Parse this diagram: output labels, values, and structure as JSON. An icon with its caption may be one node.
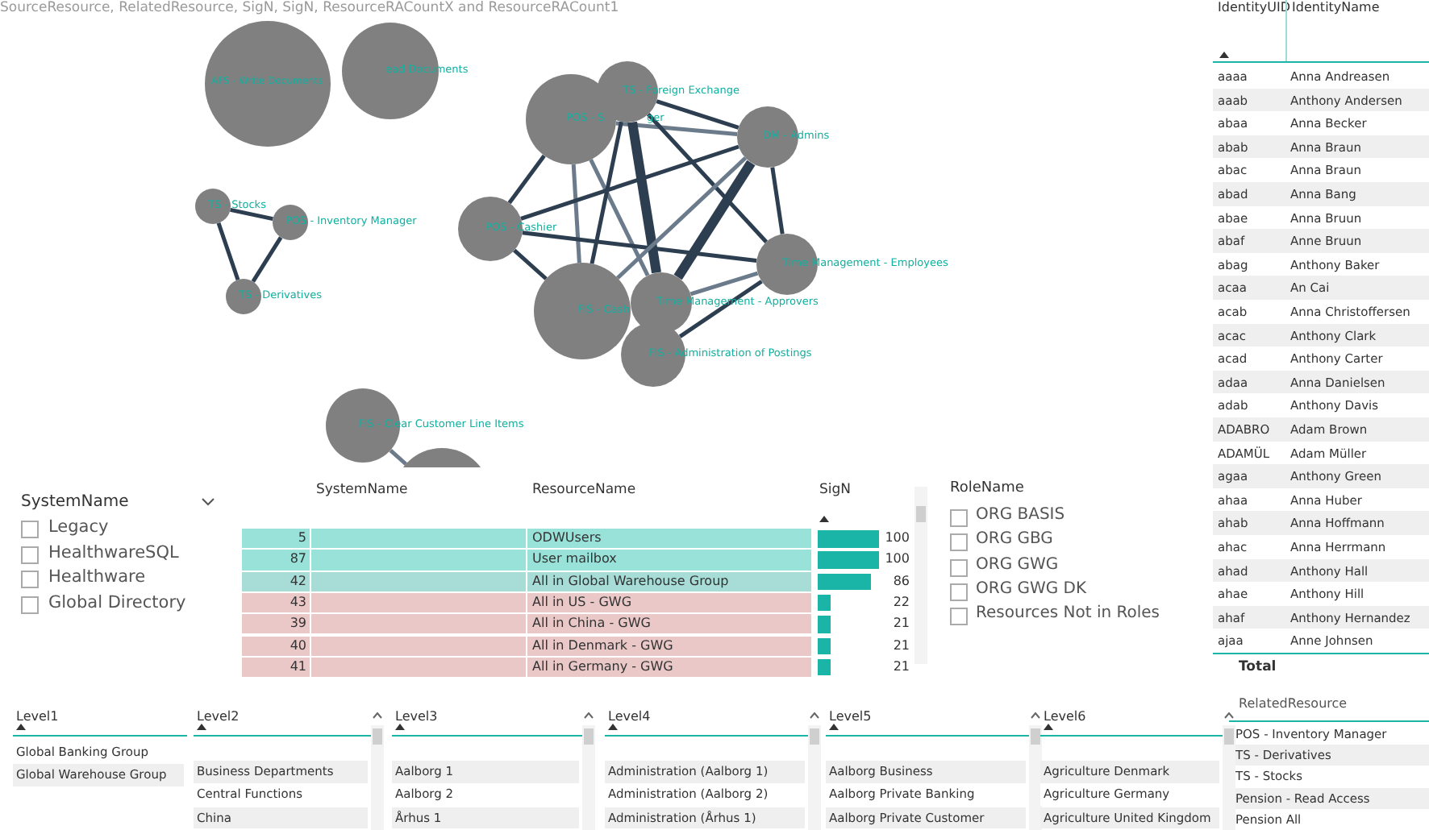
{
  "diagram": {
    "title": "SourceResource, RelatedResource, SigN, SigN, ResourceRACountX and ResourceRACount1",
    "nodes": [
      {
        "text": [
          "ead Documents"
        ]
      },
      {
        "text": [
          "AFS - Write Documents"
        ]
      },
      {
        "text": [
          "POS - S"
        ]
      },
      {
        "text": [
          "TS - Foreign Exchange"
        ]
      },
      {
        "text": [
          "DM - Admins"
        ]
      },
      {
        "text": [
          "TS - Stocks"
        ]
      },
      {
        "text": [
          "POS - Inventory Manager"
        ]
      },
      {
        "text": [
          "POS - Cashier"
        ]
      },
      {
        "text": [
          "Time Management - Employees"
        ]
      },
      {
        "text": [
          "TS - Derivatives"
        ]
      },
      {
        "text": [
          "FIS - Cash"
        ]
      },
      {
        "text": [
          "Time Management - Approvers"
        ]
      },
      {
        "text": [
          "FIS - Administration of Postings"
        ]
      },
      {
        "text": [
          "FIS - Clear Customer Line Items"
        ]
      },
      {
        "text": [],
        "shape": "circle"
      }
    ],
    "edges": [
      {
        "from": 5,
        "to": 6,
        "arrow": "none"
      },
      {
        "from": 5,
        "to": 9,
        "arrow": "none"
      },
      {
        "from": 6,
        "to": 9,
        "arrow": "none"
      },
      {
        "from": 2,
        "to": 7,
        "arrow": "none"
      },
      {
        "from": 2,
        "to": 10,
        "arrow": "none",
        "color": "#6b7b8c"
      },
      {
        "from": 2,
        "to": 11,
        "arrow": "none",
        "color": "#6b7b8c"
      },
      {
        "from": 2,
        "to": 4,
        "arrow": "none",
        "color": "#6b7b8c"
      },
      {
        "from": 3,
        "to": 4,
        "arrow": "none"
      },
      {
        "from": 3,
        "to": 10,
        "arrow": "none"
      },
      {
        "from": 3,
        "to": 11,
        "arrow": "none",
        "style": "thick"
      },
      {
        "from": 3,
        "to": 8,
        "arrow": "none"
      },
      {
        "from": 7,
        "to": 4,
        "arrow": "none"
      },
      {
        "from": 7,
        "to": 8,
        "arrow": "none"
      },
      {
        "from": 7,
        "to": 10,
        "arrow": "none"
      },
      {
        "from": 4,
        "to": 10,
        "arrow": "none",
        "color": "#6b7b8c"
      },
      {
        "from": 4,
        "to": 11,
        "arrow": "none",
        "style": "thick"
      },
      {
        "from": 4,
        "to": 8,
        "arrow": "none"
      },
      {
        "from": 8,
        "to": 11,
        "arrow": "none",
        "color": "#6b7b8c"
      },
      {
        "from": 8,
        "to": 12,
        "arrow": "none"
      },
      {
        "from": 13,
        "to": 14,
        "arrow": "none",
        "color": "#6b7b8c"
      }
    ],
    "labels": [
      "ger",
      "SystemName",
      "Legacy",
      "HealthwareSQL",
      "Healthware",
      "Global Directory",
      "SystemName",
      "ResourceName",
      "SigN",
      "5",
      "ODWUsers",
      "100",
      "87",
      "User mailbox",
      "100",
      "42",
      "All in Global Warehouse Group",
      "86",
      "43",
      "All in US - GWG",
      "22",
      "39",
      "All in China - GWG",
      "21",
      "40",
      "All in Denmark - GWG",
      "21",
      "41",
      "All in Germany - GWG",
      "21",
      "RoleName",
      "ORG BASIS",
      "ORG GBG",
      "ORG GWG",
      "ORG GWG DK",
      "Resources Not in Roles",
      "IdentityUID",
      "IdentityName",
      "aaaa",
      "Anna Andreasen",
      "aaab",
      "Anthony Andersen",
      "abaa",
      "Anna Becker",
      "abab",
      "Anna Braun",
      "abac",
      "Anna Braun",
      "abad",
      "Anna Bang",
      "abae",
      "Anna Bruun",
      "abaf",
      "Anne Bruun",
      "abag",
      "Anthony Baker",
      "acaa",
      "An Cai",
      "acab",
      "Anna Christoffersen",
      "acac",
      "Anthony Clark",
      "acad",
      "Anthony Carter",
      "adaa",
      "Anna Danielsen",
      "adab",
      "Anthony Davis",
      "ADABRO",
      "Adam Brown",
      "ADAMÜL",
      "Adam Müller",
      "agaa",
      "Anthony Green",
      "ahaa",
      "Anna Huber",
      "ahab",
      "Anna Hoffmann",
      "ahac",
      "Anna Herrmann",
      "ahad",
      "Anthony Hall",
      "ahae",
      "Anthony Hill",
      "ahaf",
      "Anthony Hernandez",
      "ajaa",
      "Anne Johnsen",
      "Total",
      "RelatedResource",
      "POS - Inventory Manager",
      "TS - Derivatives",
      "TS - Stocks",
      "Pension - Read Access",
      "Pension All",
      "Level1",
      "Global Banking Group",
      "Global Warehouse Group",
      "Level2",
      "Business Departments",
      "Central Functions",
      "China",
      "Level3",
      "Aalborg 1",
      "Aalborg 2",
      "Århus 1",
      "Level4",
      "Administration (Aalborg 1)",
      "Administration (Aalborg 2)",
      "Administration (Århus 1)",
      "Level5",
      "Aalborg Business",
      "Aalborg Private Banking",
      "Aalborg Private Customer",
      "Level6",
      "Agriculture Denmark",
      "Agriculture Germany",
      "Agriculture United Kingdom"
    ]
  }
}
